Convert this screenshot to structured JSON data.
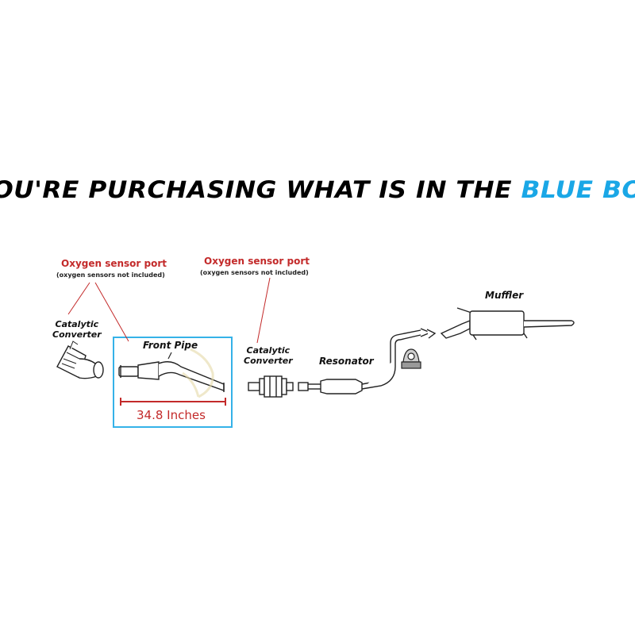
{
  "headline": {
    "prefix": "YOU'RE PURCHASING WHAT IS IN THE",
    "highlight": "BLUE BOX"
  },
  "colors": {
    "accent_blue": "#1aa7e6",
    "box_blue": "#35b2e8",
    "label_red": "#c32a2a",
    "text_dark": "#111111"
  },
  "sensor_ports": [
    {
      "title": "Oxygen sensor port",
      "note": "(oxygen sensors not included)"
    },
    {
      "title": "Oxygen sensor port",
      "note": "(oxygen sensors not included)"
    }
  ],
  "parts": {
    "catalytic_1": {
      "line1": "Catalytic",
      "line2": "Converter"
    },
    "front_pipe": "Front Pipe",
    "catalytic_2": {
      "line1": "Catalytic",
      "line2": "Converter"
    },
    "resonator": "Resonator",
    "muffler": "Muffler"
  },
  "measurement": "34.8 Inches"
}
